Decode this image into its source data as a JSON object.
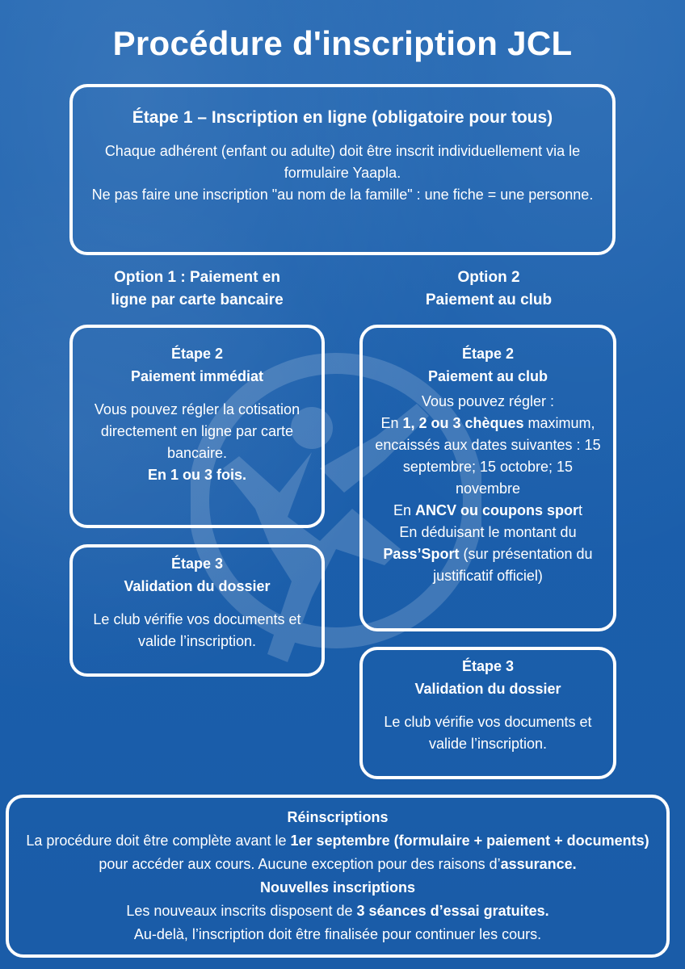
{
  "title": "Procédure d'inscription JCL",
  "step1": {
    "heading": "Étape 1 – Inscription en ligne (obligatoire pour tous)",
    "line1": "Chaque adhérent (enfant ou adulte) doit être inscrit individuellement via le formulaire Yaapla.",
    "line2": "Ne pas faire une inscription \"au nom de la famille\" : une fiche = une personne."
  },
  "option1": {
    "title_line1": "Option 1 : Paiement en",
    "title_line2": "ligne par carte bancaire",
    "step2": {
      "label": "Étape 2",
      "heading": "Paiement immédiat",
      "text": "Vous pouvez régler la cotisation directement en ligne par carte bancaire.",
      "bold_text": "En 1 ou 3  fois."
    },
    "step3": {
      "label": "Étape 3",
      "heading": "Validation du dossier",
      "text": "Le club vérifie vos documents et valide l’inscription."
    }
  },
  "option2": {
    "title_line1": "Option 2",
    "title_line2": "Paiement au club",
    "step2": {
      "label": "Étape 2",
      "heading": "Paiement au club",
      "intro": "Vous pouvez régler :",
      "cheques_pre": "En ",
      "cheques_bold": "1, 2 ou 3 chèques",
      "cheques_post": " maximum, encaissés aux dates suivantes : 15 septembre; 15 octobre; 15 novembre",
      "ancv_pre": "En ",
      "ancv_bold": "ANCV ou coupons spor",
      "ancv_post": "t",
      "pass_pre": "En déduisant le montant du ",
      "pass_bold": "Pass’Sport",
      "pass_post": " (sur présentation du justificatif officiel)"
    },
    "step3": {
      "label": "Étape 3",
      "heading": "Validation du dossier",
      "text": "Le club vérifie vos documents et valide l’inscription."
    }
  },
  "bottom": {
    "reinscriptions_heading": "Réinscriptions",
    "re_pre": "La procédure doit être complète avant le ",
    "re_bold": "1er septembre (formulaire + paiement + documents)",
    "re_mid": " pour accéder aux cours. Aucune exception pour des raisons d’",
    "re_bold2": "assurance.",
    "nouvelles_heading": "Nouvelles inscriptions",
    "nv_pre": "Les nouveaux inscrits disposent de ",
    "nv_bold": "3 séances d’essai gratuites.",
    "nv_line2": "Au-delà, l’inscription doit être finalisée pour continuer les cours."
  },
  "colors": {
    "background": "#1a5ca8",
    "text": "#ffffff",
    "border": "#ffffff"
  },
  "icons": {
    "background_emblem": "judo-figure-emblem-icon"
  }
}
